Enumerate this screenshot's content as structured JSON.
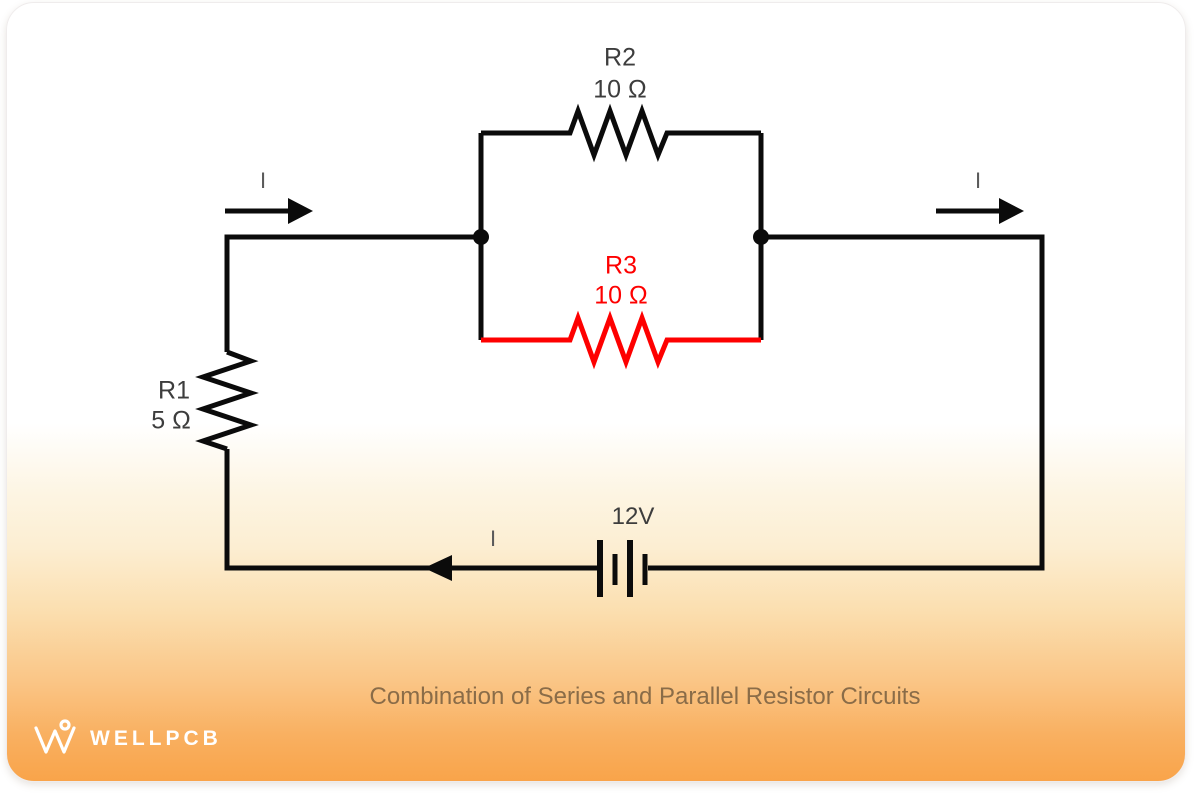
{
  "theme": {
    "wire_color": "#0b0b0b",
    "highlight_color": "#fe0000",
    "label_color": "#3d3d3d",
    "current_label_color": "#5a5a5a",
    "caption_color": "#8a6c48",
    "card_orange": "#f9a44a",
    "background": "#ffffff"
  },
  "circuit": {
    "resistors": [
      {
        "id": "r1",
        "name": "R1",
        "value": "5 Ω",
        "orientation": "vertical",
        "color": "#0b0b0b"
      },
      {
        "id": "r2",
        "name": "R2",
        "value": "10 Ω",
        "orientation": "horizontal",
        "color": "#0b0b0b"
      },
      {
        "id": "r3",
        "name": "R3",
        "value": "10 Ω",
        "orientation": "horizontal",
        "color": "#fe0000"
      }
    ],
    "battery": {
      "label": "12V"
    },
    "current_arrows": [
      {
        "id": "top-left",
        "label": "I",
        "direction": "right"
      },
      {
        "id": "top-right",
        "label": "I",
        "direction": "right"
      },
      {
        "id": "bottom",
        "label": "I",
        "direction": "left"
      }
    ]
  },
  "caption": "Combination of Series and Parallel Resistor Circuits",
  "logo": {
    "brand": "WELLPCB"
  }
}
